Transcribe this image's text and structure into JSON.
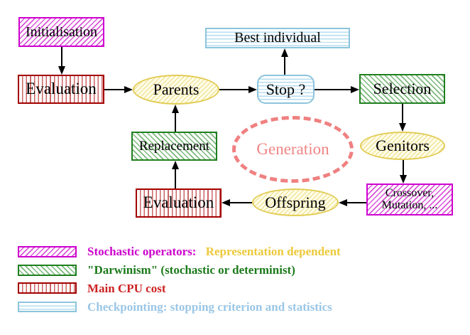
{
  "nodes": {
    "initialisation": {
      "label": "Initialisation"
    },
    "evaluation_top": {
      "label": "Evaluation"
    },
    "best_individual": {
      "label": "Best individual"
    },
    "parents": {
      "label": "Parents"
    },
    "stop": {
      "label": "Stop ?"
    },
    "selection": {
      "label": "Selection"
    },
    "replacement": {
      "label": "Replacement"
    },
    "genitors": {
      "label": "Genitors"
    },
    "generation": {
      "label": "Generation"
    },
    "evaluation_bottom": {
      "label": "Evaluation"
    },
    "offspring": {
      "label": "Offspring"
    },
    "crossover": {
      "label_line1": "Crossover,",
      "label_line2": "Mutation, ..."
    }
  },
  "legend": {
    "items": [
      {
        "pattern": "magenta-diagonal-hatch",
        "text_primary": "Stochastic operators:",
        "text_secondary": "Representation dependent"
      },
      {
        "pattern": "green-diagonal-hatch",
        "text_primary": "\"Darwinism\" (stochastic or determinist)"
      },
      {
        "pattern": "red-vertical-stripes",
        "text_primary": "Main CPU cost"
      },
      {
        "pattern": "cyan-horizontal-stripes",
        "text_primary": "Checkpointing: stopping criterion and statistics"
      }
    ]
  },
  "palette": {
    "magenta": "#cc00cc",
    "green": "#1a7a1a",
    "red": "#bb2222",
    "light_blue": "#9ac6e6",
    "gold_text": "#edc93a",
    "salmon": "#f08080",
    "yellow_node_border": "#e2cc55",
    "arrow": "#000000"
  }
}
